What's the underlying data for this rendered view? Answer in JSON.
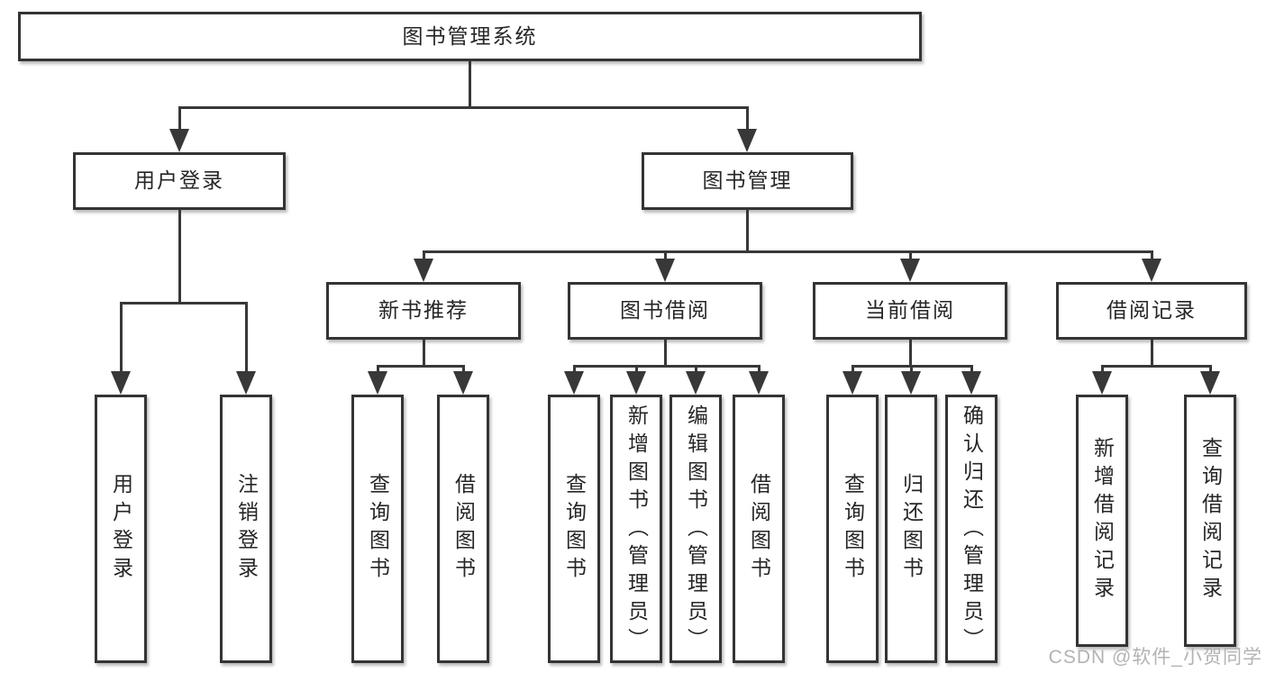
{
  "diagram": {
    "root": {
      "label": "图书管理系统"
    },
    "branches": [
      {
        "label": "用户登录",
        "children": [
          {
            "label": "用户登录"
          },
          {
            "label": "注销登录"
          }
        ]
      },
      {
        "label": "图书管理",
        "children": [
          {
            "label": "新书推荐",
            "children": [
              {
                "label": "查询图书"
              },
              {
                "label": "借阅图书"
              }
            ]
          },
          {
            "label": "图书借阅",
            "children": [
              {
                "label": "查询图书"
              },
              {
                "label": "新增图书（管理员）"
              },
              {
                "label": "编辑图书（管理员）"
              },
              {
                "label": "借阅图书"
              }
            ]
          },
          {
            "label": "当前借阅",
            "children": [
              {
                "label": "查询图书"
              },
              {
                "label": "归还图书"
              },
              {
                "label": "确认归还（管理员）"
              }
            ]
          },
          {
            "label": "借阅记录",
            "children": [
              {
                "label": "新增借阅记录"
              },
              {
                "label": "查询借阅记录"
              }
            ]
          }
        ]
      }
    ]
  },
  "watermark": {
    "text": "CSDN @软件_小贺同学"
  },
  "colors": {
    "line": "#383838",
    "border": "#343434",
    "text": "#262626",
    "box_background": "#ffffff",
    "page_background": "#ffffff",
    "watermark": "#b3b3b3"
  }
}
